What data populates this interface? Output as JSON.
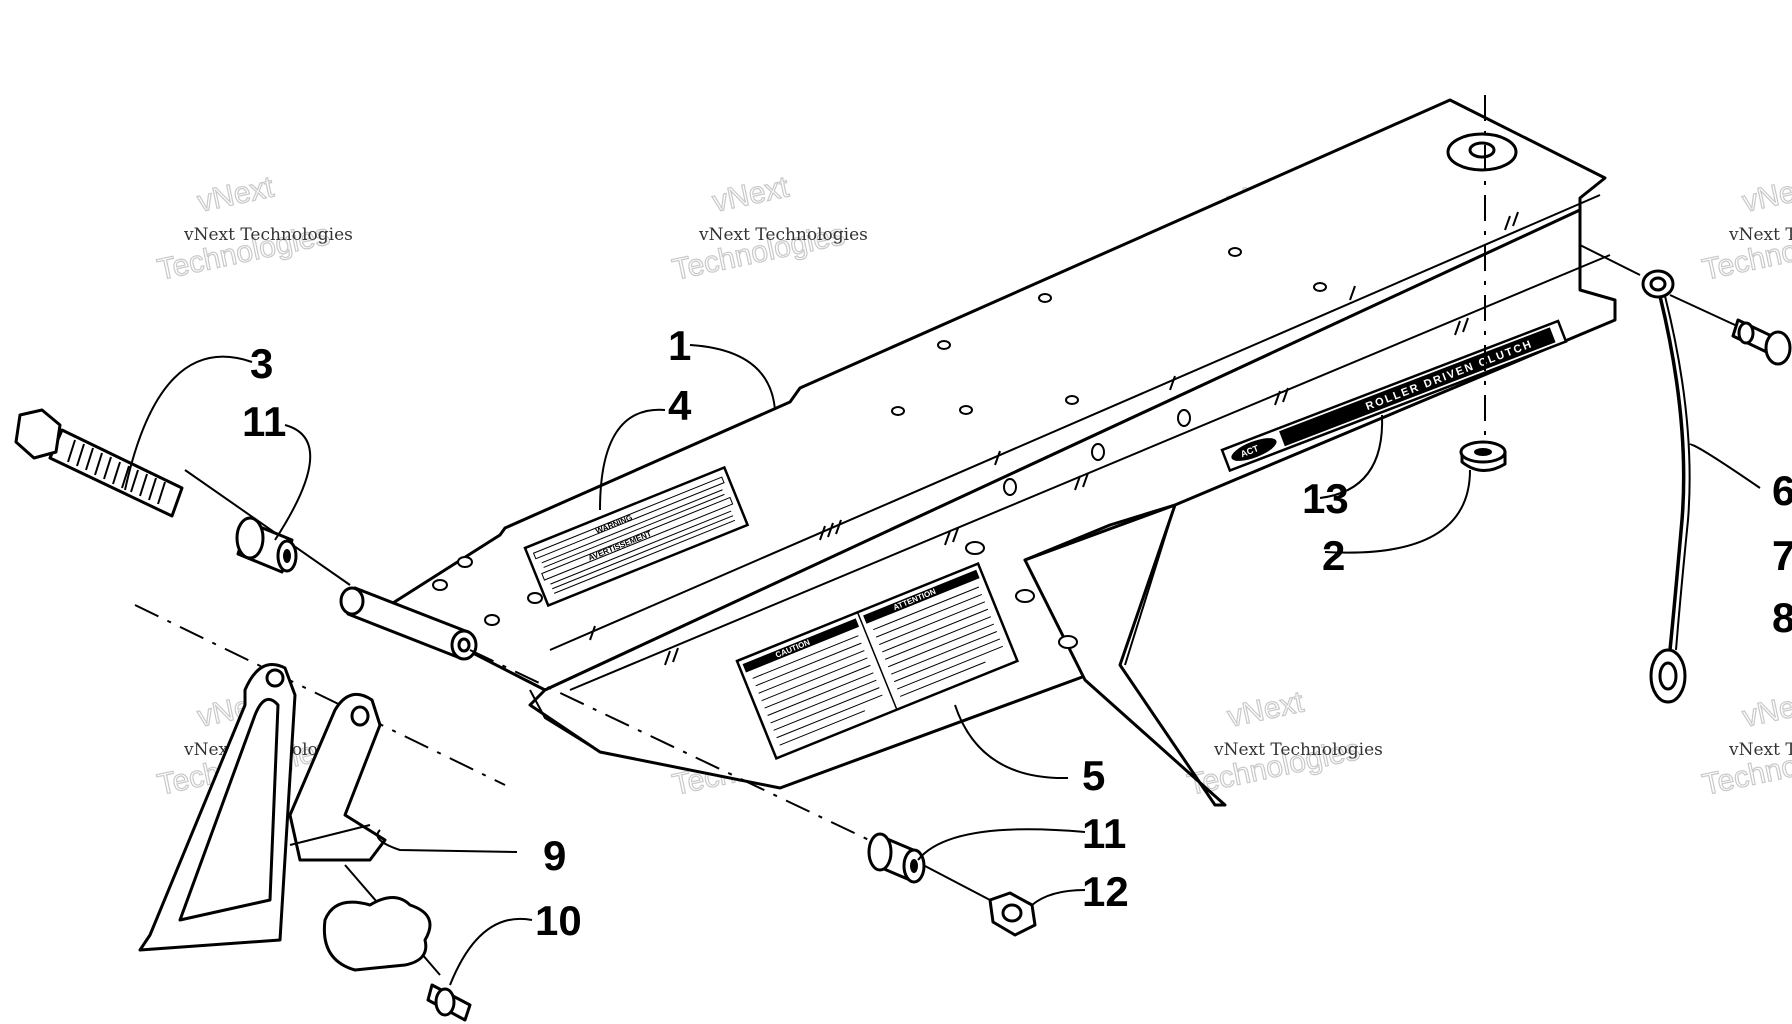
{
  "callouts": [
    {
      "id": "c1",
      "text": "1"
    },
    {
      "id": "c4",
      "text": "4"
    },
    {
      "id": "c3",
      "text": "3"
    },
    {
      "id": "c11a",
      "text": "11"
    },
    {
      "id": "c13",
      "text": "13"
    },
    {
      "id": "c2",
      "text": "2"
    },
    {
      "id": "c6",
      "text": "6"
    },
    {
      "id": "c7",
      "text": "7"
    },
    {
      "id": "c8",
      "text": "8"
    },
    {
      "id": "c5",
      "text": "5"
    },
    {
      "id": "c9",
      "text": "9"
    },
    {
      "id": "c11b",
      "text": "11"
    },
    {
      "id": "c12",
      "text": "12"
    },
    {
      "id": "c10",
      "text": "10"
    }
  ],
  "watermark": {
    "small": "vNext Technologies",
    "large_top": "vNext",
    "large_bottom": "Technologies"
  },
  "decals": {
    "warning": "WARNING",
    "avertissement": "AVERTISSEMENT",
    "caution": "CAUTION",
    "attention": "ATTENTION",
    "strip": "ROLLER DRIVEN CLUTCH",
    "logo": "ACT"
  }
}
